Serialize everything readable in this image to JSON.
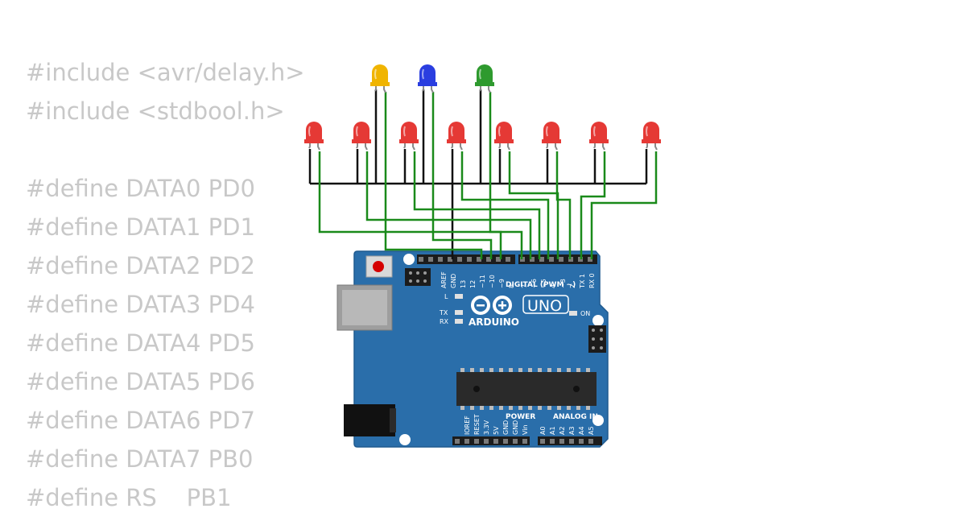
{
  "code_lines": [
    "#include <avr/delay.h>",
    "#include <stdbool.h>",
    "",
    "#define DATA0 PD0",
    "#define DATA1 PD1",
    "#define DATA2 PD2",
    "#define DATA3 PD4",
    "#define DATA4 PD5",
    "#define DATA5 PD6",
    "#define DATA6 PD7",
    "#define DATA7 PB0",
    "#define RS    PB1"
  ],
  "board": {
    "logo_text": "ARDUINO",
    "model": "UNO",
    "digital_label": "DIGITAL (PWM ~)",
    "on_label": "ON",
    "l_label": "L",
    "tx_label": "TX",
    "rx_label": "RX",
    "power_label": "POWER",
    "analog_label": "ANALOG IN",
    "top_pins": [
      "AREF",
      "GND",
      "13",
      "12",
      "~11",
      "~10",
      "~9",
      "8",
      "7",
      "~6",
      "~5",
      "4",
      "~3",
      "2",
      "TX 1",
      "RX 0"
    ],
    "bottom_pins": [
      "IOREF",
      "RESET",
      "3.3V",
      "5V",
      "GND",
      "GND",
      "Vin",
      "A0",
      "A1",
      "A2",
      "A3",
      "A4",
      "A5"
    ]
  },
  "colors": {
    "board": "#2a6eaa",
    "wire_signal": "#1a8a1a",
    "wire_ground": "#111111",
    "led_red": "#e53935",
    "led_yellow": "#f0b400",
    "led_blue": "#2a3ee0",
    "led_green": "#2e9a2e"
  },
  "leds": {
    "top_row": [
      "yellow",
      "blue",
      "green"
    ],
    "bottom_row": [
      "red",
      "red",
      "red",
      "red",
      "red",
      "red",
      "red",
      "red"
    ]
  }
}
